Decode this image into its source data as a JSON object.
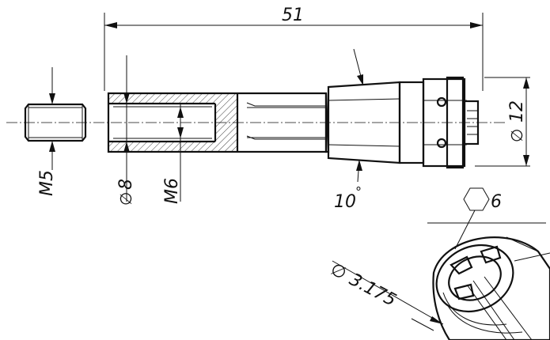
{
  "drawing": {
    "dimensions": {
      "overall_length": "51",
      "thread_screw": "M5",
      "bore_diameter": "8",
      "thread_inner": "M6",
      "taper_angle": "10",
      "angle_unit": "°",
      "outer_diameter": "12",
      "hex_size": "6",
      "collet_bore": "3.175",
      "diameter_symbol": "∅"
    }
  }
}
